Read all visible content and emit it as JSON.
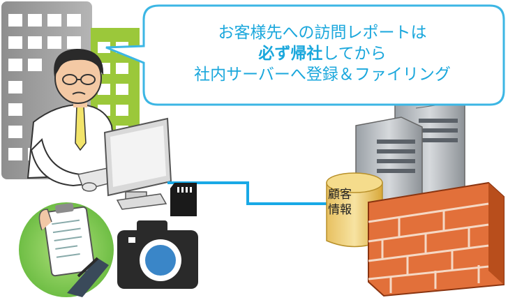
{
  "speech_bubble": {
    "line1": "お客様先への訪問レポートは",
    "line2_bold": "必ず帰社",
    "line2_rest": "してから",
    "line3": "社内サーバーへ登録＆ファイリング"
  },
  "database": {
    "label_line1": "顧客",
    "label_line2": "情報"
  },
  "colors": {
    "bubble_text": "#1aa7dc",
    "bubble_border": "#3cb6e4",
    "network_line": "#19a9e6",
    "building_green": "#9bc83a",
    "camera_lens": "#3a86c8"
  }
}
